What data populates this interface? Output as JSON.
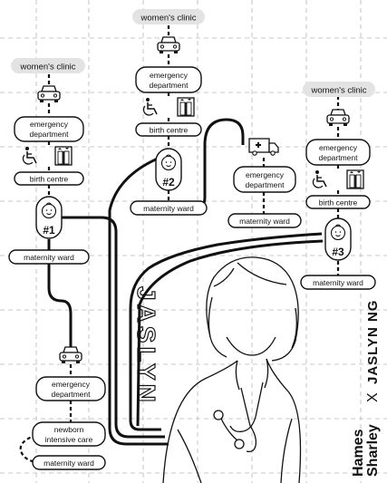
{
  "clinics": [
    {
      "label": "women's clinic"
    },
    {
      "label": "women's clinic"
    },
    {
      "label": "women's clinic"
    }
  ],
  "hubs": [
    {
      "number": "#1",
      "emergency": [
        "emergency",
        "department"
      ],
      "birth": "birth centre",
      "maternity": "maternity ward"
    },
    {
      "number": "#2",
      "emergency": [
        "emergency",
        "department"
      ],
      "birth": "birth centre",
      "maternity": "maternity ward"
    },
    {
      "number": "#3",
      "emergency": [
        "emergency",
        "department"
      ],
      "birth": "birth centre",
      "maternity": "maternity ward"
    }
  ],
  "ambulance_node": {
    "emergency": [
      "emergency",
      "department"
    ],
    "maternity": "maternity ward"
  },
  "lower_branch": {
    "emergency": [
      "emergency",
      "department"
    ],
    "nicu": [
      "newborn",
      "intensive care"
    ],
    "maternity": "maternity ward"
  },
  "name_vertical": "JASLYN",
  "brand": {
    "logo_lines": [
      "Hames",
      "Sharley"
    ],
    "cross": "X",
    "person": "JASLYN NG"
  },
  "colors": {
    "ink": "#111111",
    "grid": "#b8b8b8",
    "clinic_fill": "#e3e3e3",
    "paper": "#ffffff"
  },
  "icons": [
    "car-icon",
    "wheelchair-icon",
    "elevator-icon",
    "baby-icon",
    "ambulance-icon"
  ]
}
